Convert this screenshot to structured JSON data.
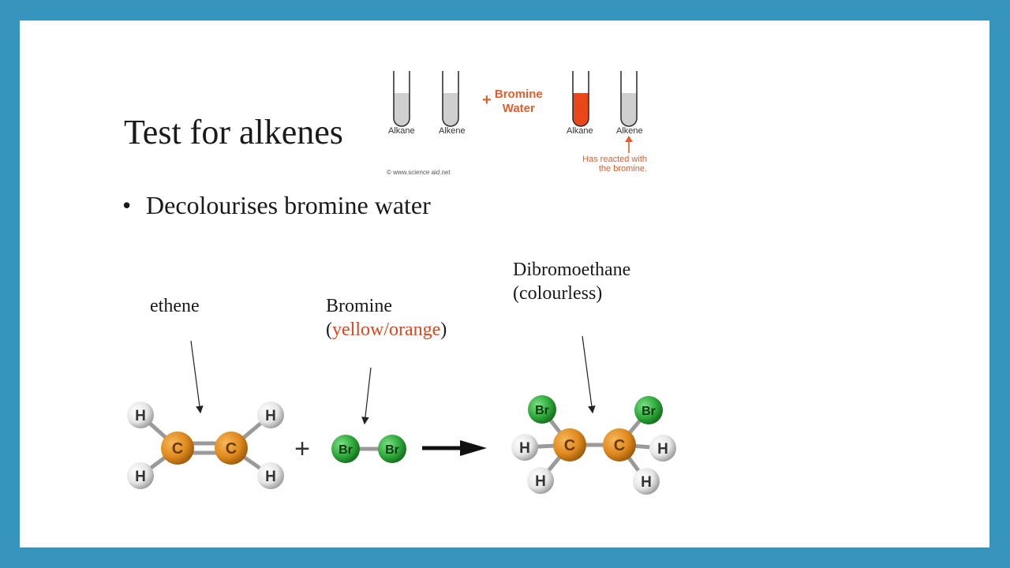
{
  "slide": {
    "title": "Test for alkenes",
    "bullet": "Decolourises bromine water"
  },
  "figure": {
    "tubes": [
      {
        "label": "Alkane",
        "fill": "grey"
      },
      {
        "label": "Alkene",
        "fill": "grey"
      },
      {
        "label": "Alkane",
        "fill": "orange"
      },
      {
        "label": "Alkene",
        "fill": "grey"
      }
    ],
    "reagent_plus": "+",
    "reagent_line1": "Bromine",
    "reagent_line2": "Water",
    "note_line1": "Has reacted with",
    "note_line2": "the bromine.",
    "copyright": "© www.science aid.net"
  },
  "labels": {
    "ethene": "ethene",
    "bromine": "Bromine",
    "bromine_paren_open": "(",
    "bromine_colour": "yellow/orange",
    "bromine_paren_close": ")",
    "product_line1": "Dibromoethane",
    "product_line2": "(colourless)"
  },
  "atoms": {
    "h": "H",
    "c": "C",
    "br": "Br"
  },
  "equation": {
    "plus": "+"
  },
  "colors": {
    "frame": "#3794bd",
    "carbon": "#e08a1e",
    "bromine_atom": "#2eaa3a",
    "hydrogen": "#e6e6e6",
    "bromine_water": "#e9461a",
    "label_orange": "#e0451d"
  }
}
